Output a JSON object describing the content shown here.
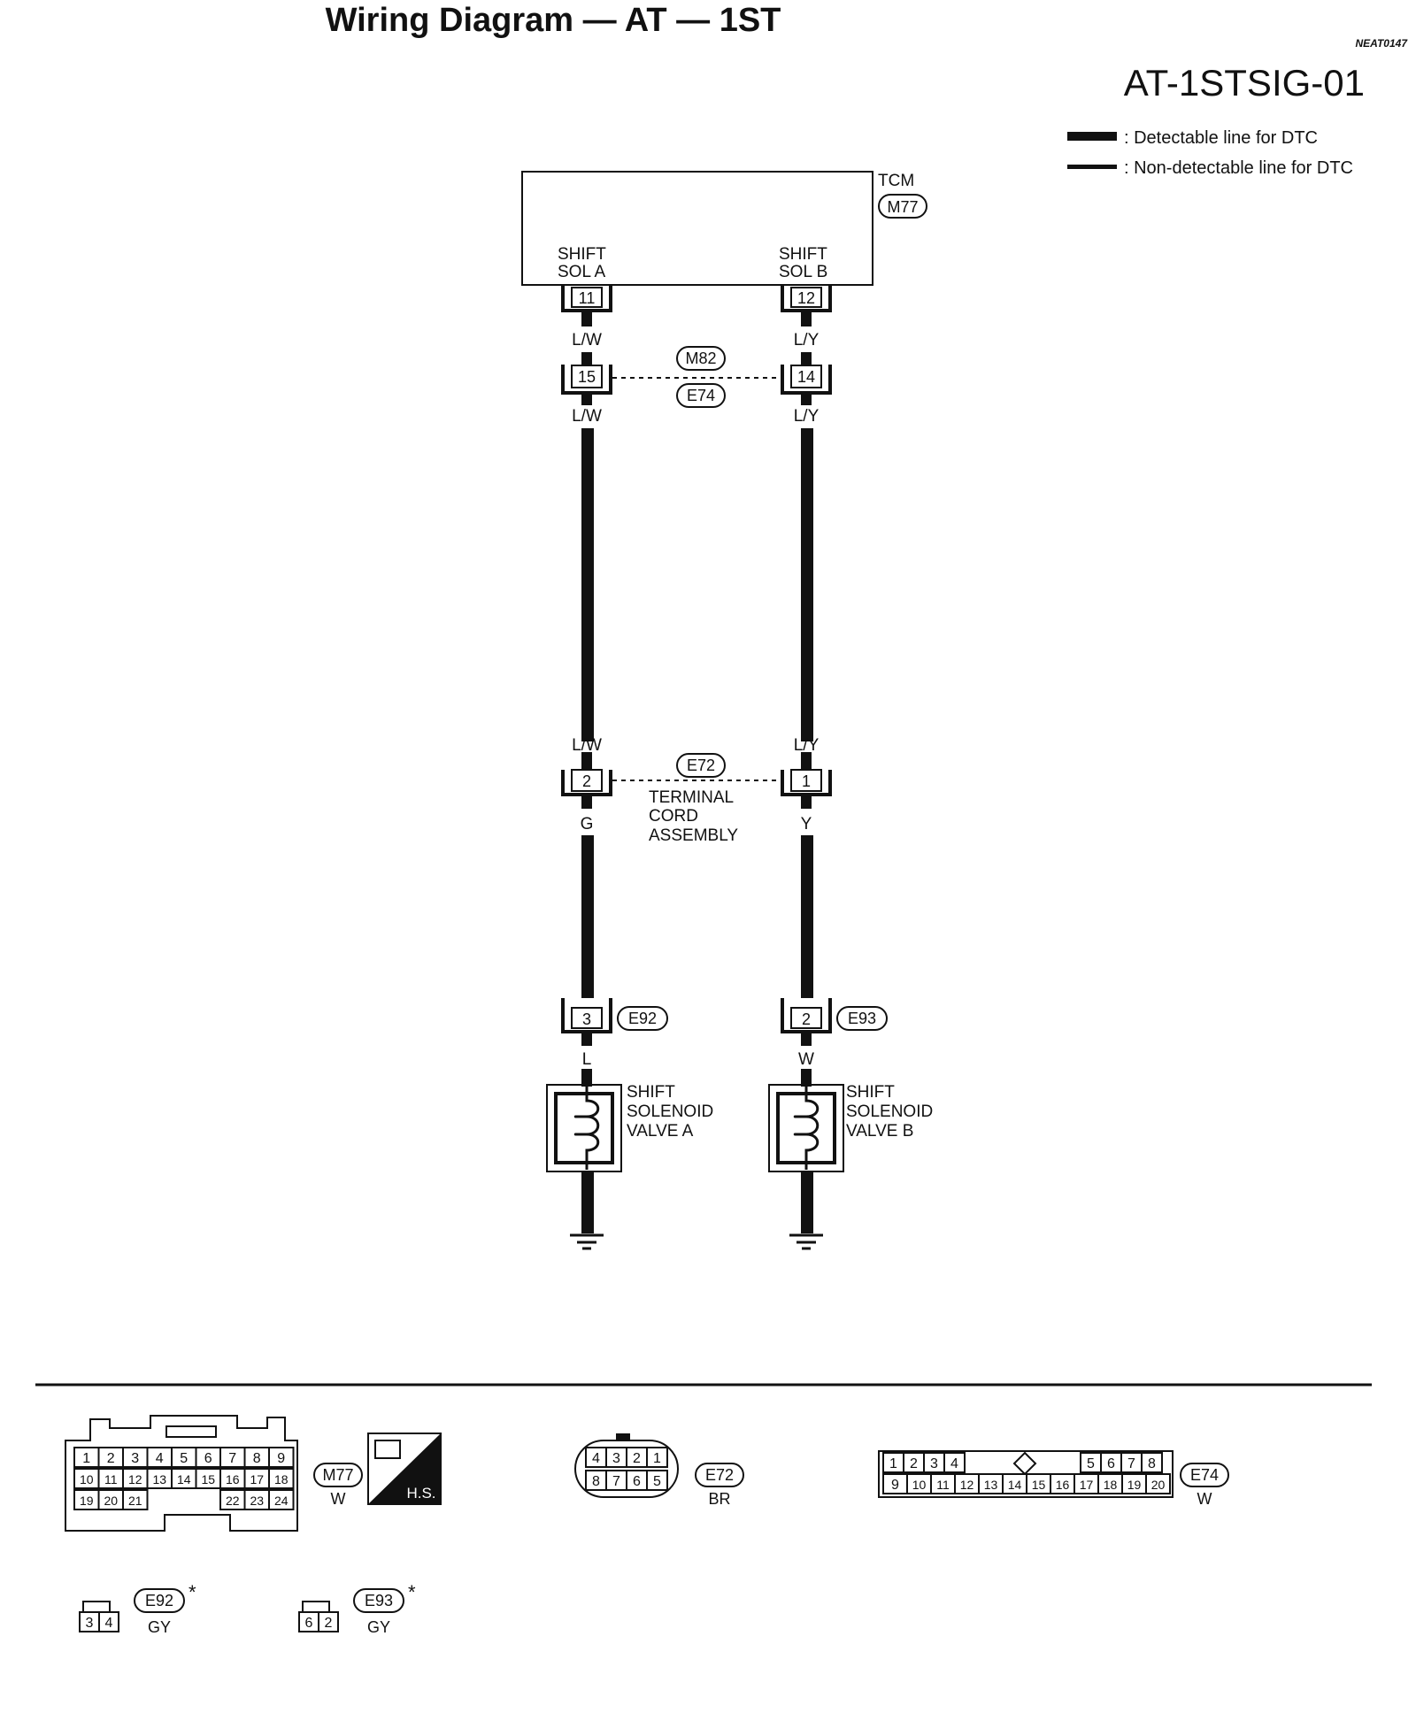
{
  "header": {
    "title": "Wiring Diagram — AT — 1ST",
    "doc_code": "NEAT0147",
    "diagram_id": "AT-1STSIG-01"
  },
  "legend": {
    "detectable": ": Detectable line for DTC",
    "non_detectable": ": Non-detectable line for DTC"
  },
  "tcm": {
    "name": "TCM",
    "connector": "M77",
    "pin_a_label_1": "SHIFT",
    "pin_a_label_2": "SOL A",
    "pin_b_label_1": "SHIFT",
    "pin_b_label_2": "SOL B",
    "pin_a": "11",
    "pin_b": "12"
  },
  "wires": {
    "a_top": "L/W",
    "b_top": "L/Y",
    "a_mid_below": "L/W",
    "b_mid_below": "L/Y",
    "a_upper2": "L/W",
    "b_upper2": "L/Y",
    "a_lower": "G",
    "b_lower": "Y",
    "a_valve": "L",
    "b_valve": "W"
  },
  "junction1": {
    "connector_top": "M82",
    "connector_bottom": "E74",
    "pin_a": "15",
    "pin_b": "14"
  },
  "junction2": {
    "connector": "E72",
    "pin_a": "2",
    "pin_b": "1",
    "label_1": "TERMINAL",
    "label_2": "CORD",
    "label_3": "ASSEMBLY"
  },
  "valve_a": {
    "pin": "3",
    "connector": "E92",
    "label_1": "SHIFT",
    "label_2": "SOLENOID",
    "label_3": "VALVE A"
  },
  "valve_b": {
    "pin": "2",
    "connector": "E93",
    "label_1": "SHIFT",
    "label_2": "SOLENOID",
    "label_3": "VALVE B"
  },
  "connectors": {
    "m77": {
      "name": "M77",
      "color": "W",
      "hs": "H.S.",
      "row1": [
        "1",
        "2",
        "3",
        "4",
        "5",
        "6",
        "7",
        "8",
        "9"
      ],
      "row2": [
        "10",
        "11",
        "12",
        "13",
        "14",
        "15",
        "16",
        "17",
        "18"
      ],
      "row3_left": [
        "19",
        "20",
        "21"
      ],
      "row3_right": [
        "22",
        "23",
        "24"
      ]
    },
    "e72": {
      "name": "E72",
      "color": "BR",
      "row1": [
        "4",
        "3",
        "2",
        "1"
      ],
      "row2": [
        "8",
        "7",
        "6",
        "5"
      ]
    },
    "e74": {
      "name": "E74",
      "color": "W",
      "row1_left": [
        "1",
        "2",
        "3",
        "4"
      ],
      "row1_right": [
        "5",
        "6",
        "7",
        "8"
      ],
      "row2": [
        "9",
        "10",
        "11",
        "12",
        "13",
        "14",
        "15",
        "16",
        "17",
        "18",
        "19",
        "20"
      ]
    },
    "e92": {
      "name": "E92",
      "color": "GY",
      "pins": [
        "3",
        "4"
      ],
      "mark": "*"
    },
    "e93": {
      "name": "E93",
      "color": "GY",
      "pins": [
        "6",
        "2"
      ],
      "mark": "*"
    }
  }
}
